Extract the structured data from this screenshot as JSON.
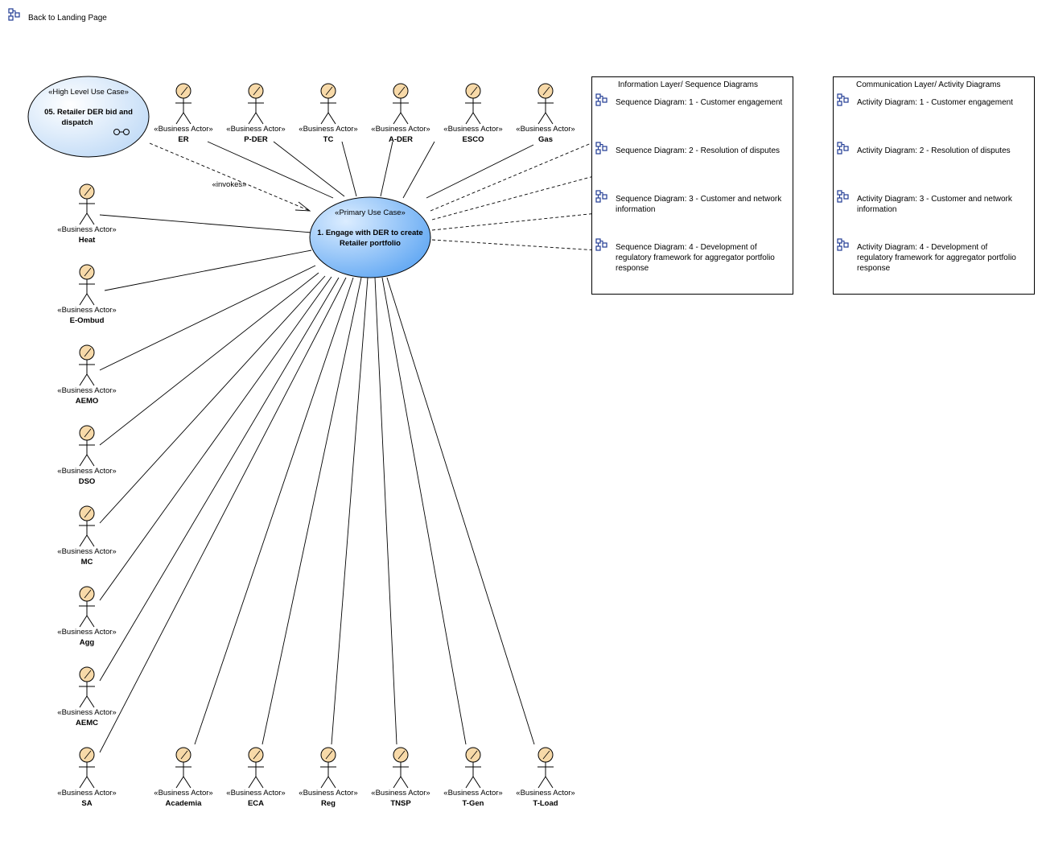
{
  "back_link": {
    "label": "Back to Landing Page",
    "icon": "diagram-link-icon"
  },
  "high_level_use_case": {
    "stereotype": "«High Level Use Case»",
    "name_line1": "05. Retailer DER bid and",
    "name_line2": "dispatch",
    "icon": "composite-link-icon"
  },
  "primary_use_case": {
    "stereotype": "«Primary Use Case»",
    "name_line1": "1. Engage with DER to create",
    "name_line2": "Retailer portfolio"
  },
  "invokes_label": "«invokes»",
  "actor_stereotype": "«Business Actor»",
  "actors_top": [
    "ER",
    "P-DER",
    "TC",
    "A-DER",
    "ESCO",
    "Gas"
  ],
  "actors_left": [
    "Heat",
    "E-Ombud",
    "AEMO",
    "DSO",
    "MC",
    "Agg",
    "AEMC",
    "SA"
  ],
  "actors_bottom": [
    "Academia",
    "ECA",
    "Reg",
    "TNSP",
    "T-Gen",
    "T-Load"
  ],
  "sequence_frame": {
    "title": "Information Layer/ Sequence Diagrams",
    "items": [
      {
        "lines": [
          "Sequence Diagram: 1 - Customer engagement"
        ]
      },
      {
        "lines": [
          "Sequence Diagram: 2 - Resolution of disputes"
        ]
      },
      {
        "lines": [
          "Sequence Diagram: 3 - Customer and network",
          "information"
        ]
      },
      {
        "lines": [
          "Sequence Diagram: 4 - Development of",
          "regulatory framework for aggregator portfolio",
          "response"
        ]
      }
    ]
  },
  "activity_frame": {
    "title": "Communication Layer/ Activity Diagrams",
    "items": [
      {
        "lines": [
          "Activity Diagram: 1 - Customer engagement"
        ]
      },
      {
        "lines": [
          "Activity Diagram: 2 - Resolution of disputes"
        ]
      },
      {
        "lines": [
          "Activity Diagram: 3 - Customer and network",
          "information"
        ]
      },
      {
        "lines": [
          "Activity Diagram: 4 - Development of",
          "regulatory framework for aggregator portfolio",
          "response"
        ]
      }
    ]
  },
  "colors": {
    "actor_head": "#f7d9a8",
    "primary_uc_light": "#cfe6ff",
    "primary_uc_dark": "#6aaef5",
    "high_uc_light": "#ffffff",
    "high_uc_dark": "#c2dcf7",
    "icon_blue": "#1f3a93"
  }
}
